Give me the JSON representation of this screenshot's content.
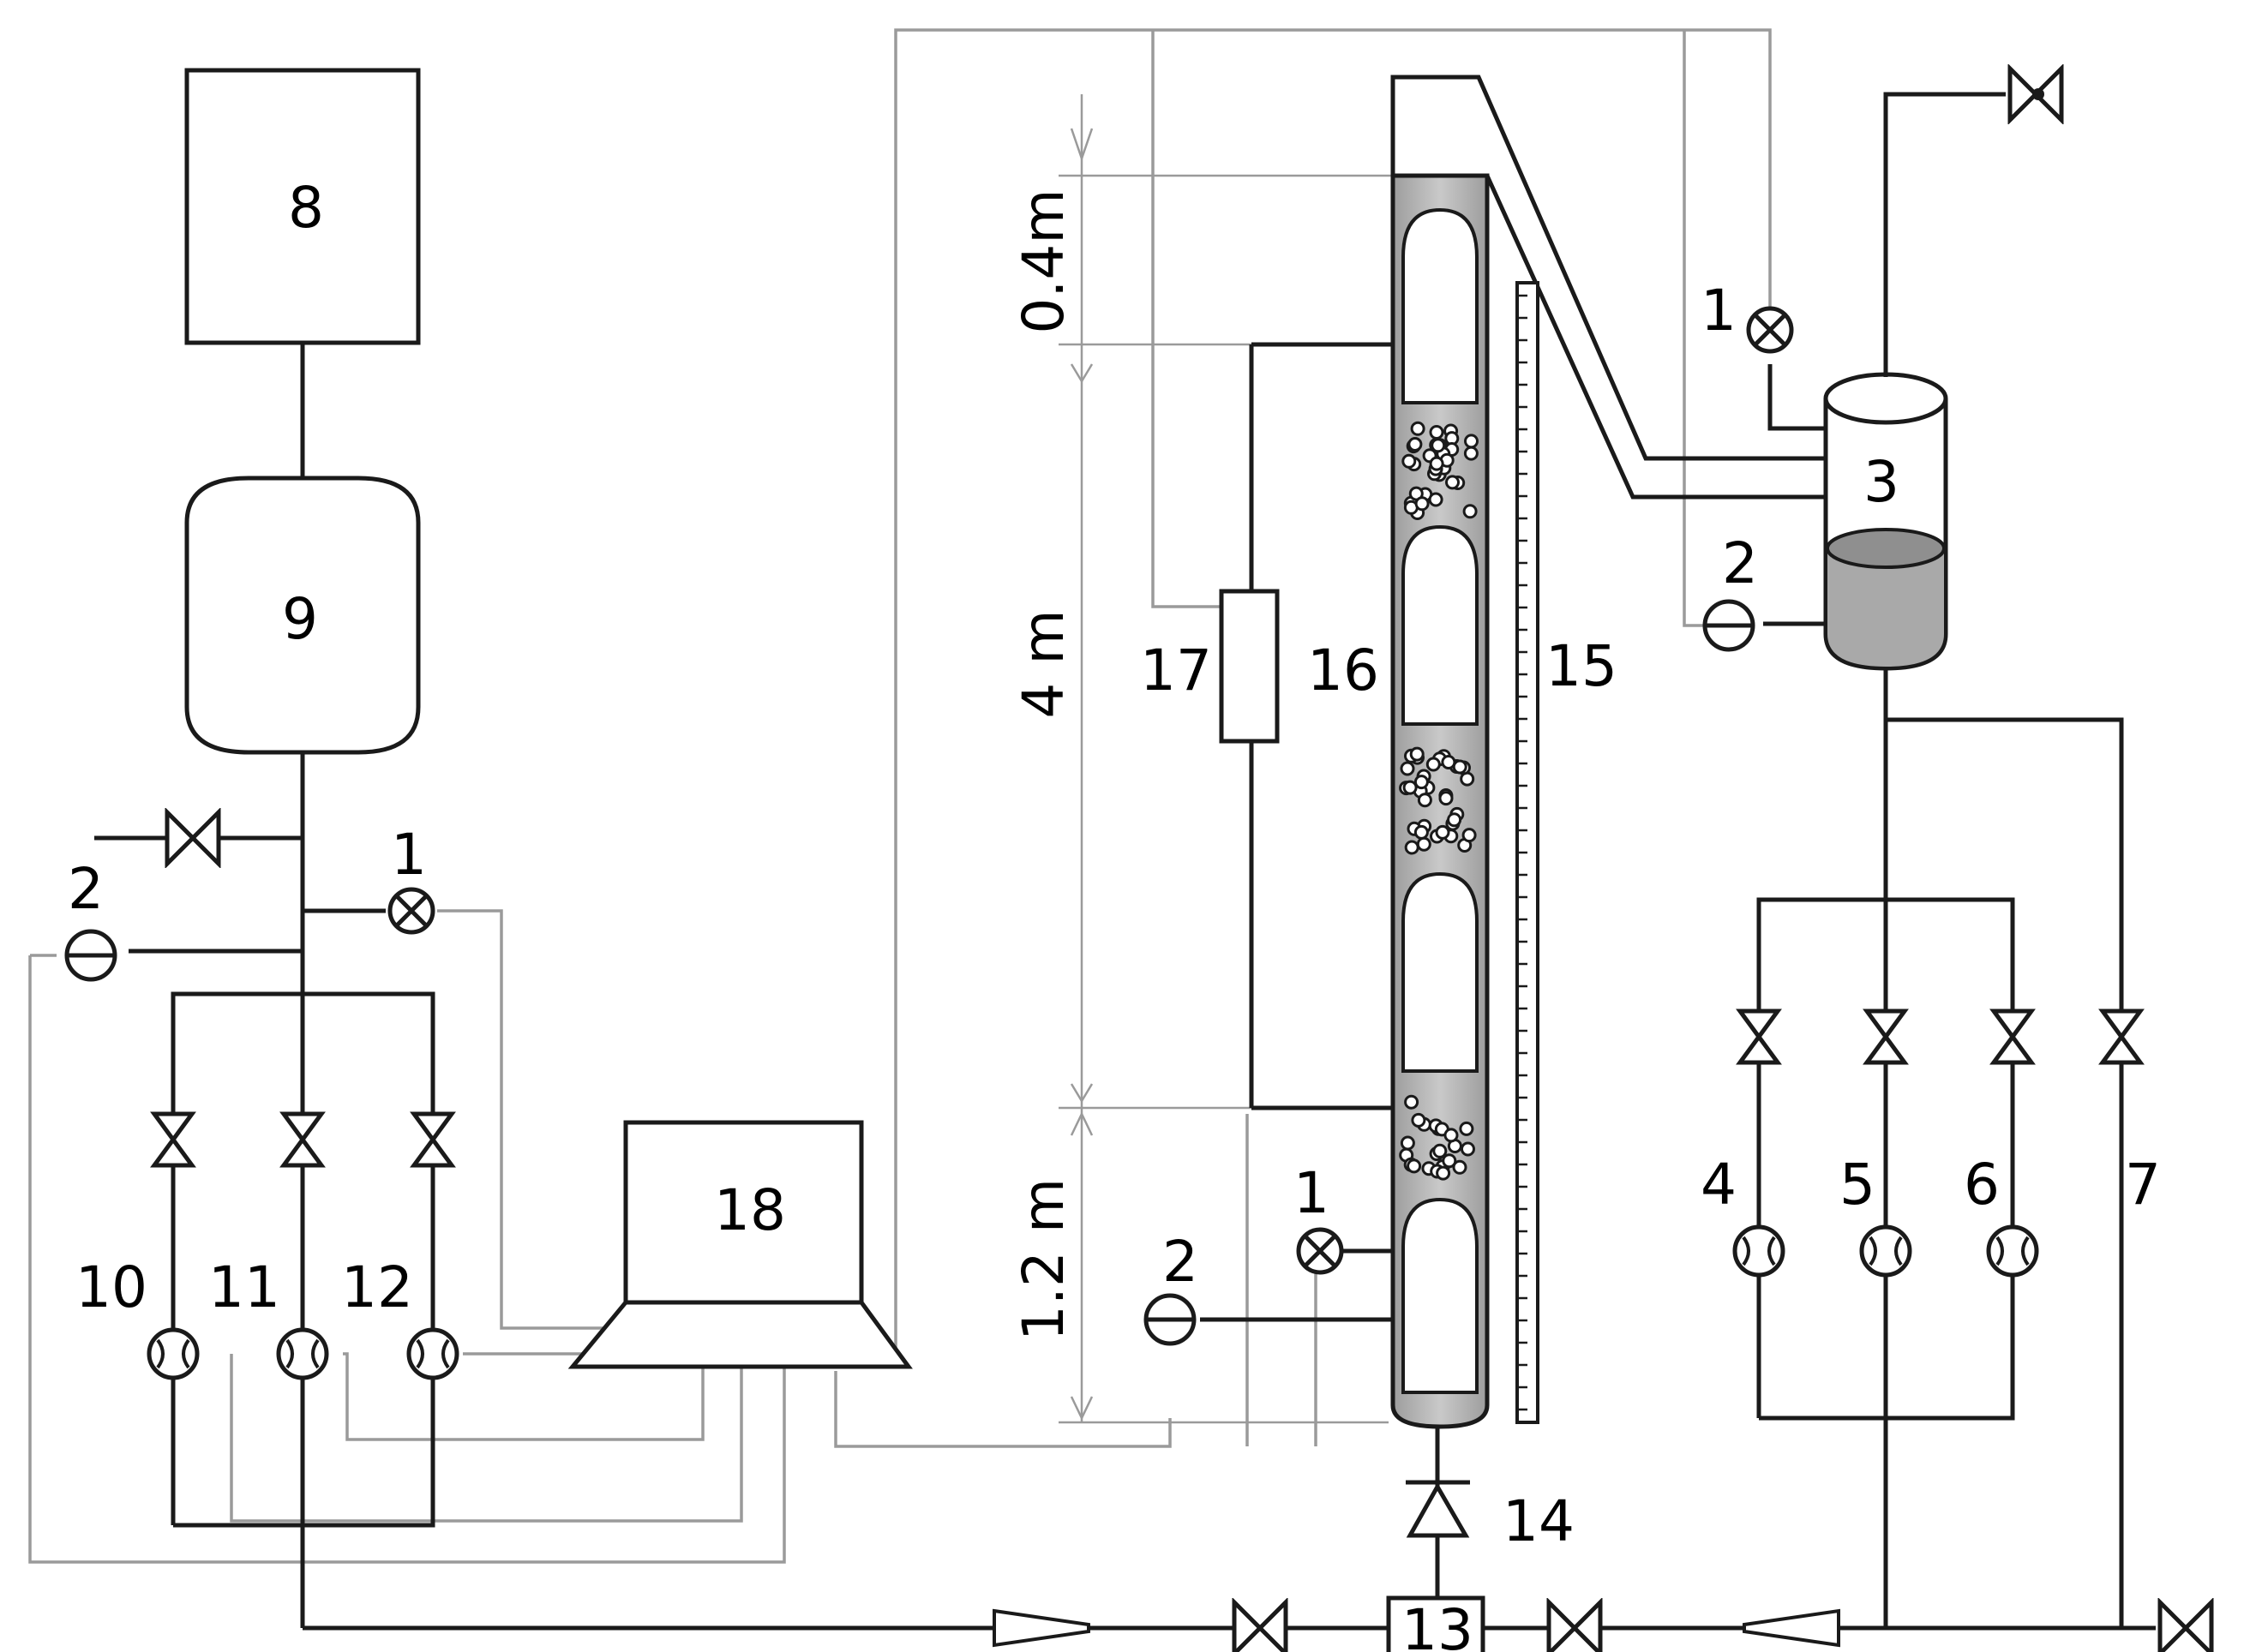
{
  "labels": {
    "storage": "8",
    "tank": "9",
    "computer": "18",
    "separator": "3",
    "check_valve": "14",
    "pump": "13",
    "scale": "15",
    "dp_sensor_left": "17",
    "dp_sensor_right": "16",
    "gas_meter_10": "10",
    "gas_meter_11": "11",
    "gas_meter_12": "12",
    "liquid_meter_4": "4",
    "liquid_meter_5": "5",
    "liquid_meter_6": "6",
    "liquid_line_7": "7",
    "temp_sensor_tag": "1",
    "pressure_sensor_tag": "2"
  },
  "dimensions": {
    "top_section": "0.4m",
    "middle_section": "4 m",
    "bottom_section": "1.2 m"
  }
}
